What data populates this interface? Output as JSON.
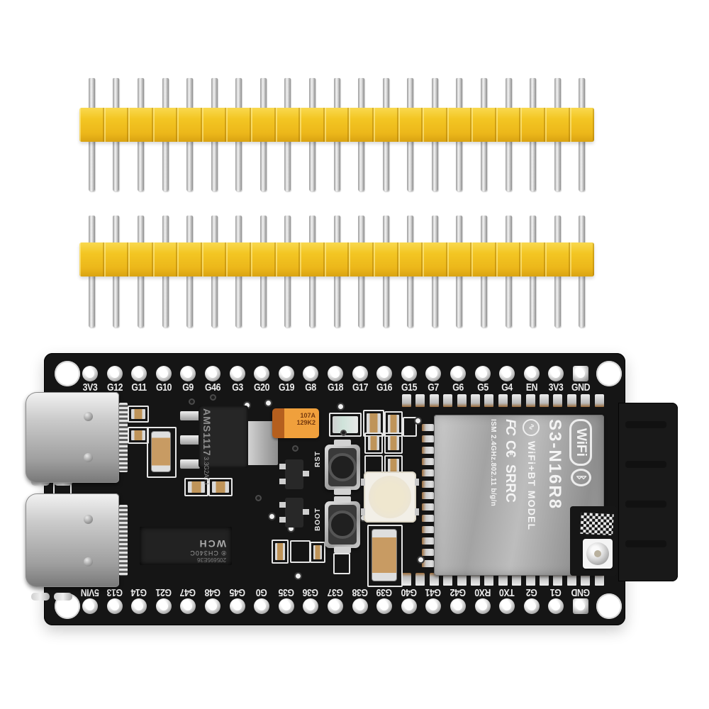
{
  "photo": {
    "description": "ESP32-S3 development board with two yellow pin header strips",
    "colors": {
      "background": "#ffffff",
      "board": "#151515",
      "header_plastic": "#f3c724",
      "pin_silver": "#d9d9d9",
      "module_shield": "#a8a8a8",
      "silkscreen": "#f0f0f0",
      "tantalum_cap": "#f0a03c",
      "rgb_led": "#f2efe7"
    }
  },
  "pin_headers": {
    "strip_count": 2,
    "pins_per_strip": 21
  },
  "board": {
    "top_pin_labels": [
      "3V3",
      "G12",
      "G11",
      "G10",
      "G9",
      "G46",
      "G3",
      "G20",
      "G19",
      "G8",
      "G18",
      "G17",
      "G16",
      "G15",
      "G7",
      "G6",
      "G5",
      "G4",
      "EN",
      "3V3",
      "GND"
    ],
    "bottom_pin_labels_right_to_left": [
      "GND",
      "G1",
      "G2",
      "TX0",
      "RX0",
      "G42",
      "G41",
      "G40",
      "G39",
      "G38",
      "G37",
      "G36",
      "G35",
      "G0",
      "G45",
      "G48",
      "G47",
      "G21",
      "G14",
      "G13",
      "5VIN"
    ],
    "buttons": {
      "reset": "RST",
      "boot": "BOOT"
    },
    "regulator": {
      "part": "AMS1117",
      "voltage": "3.3",
      "lot": "G2A7J"
    },
    "usb_uart": {
      "brand": "WCH",
      "part": "® CH340C",
      "lot": "205695E36"
    },
    "tantalum_marking": {
      "line1": "107A",
      "line2": "129K2"
    },
    "module": {
      "badge_wifi": "WiFi",
      "bt_icon": "ᛒ",
      "model": "S3-N16R8",
      "type_label": "WiFi+BT MODEL",
      "cert_logo_glyph": "∿",
      "cert_fcc": "FC",
      "cert_ce": "C€",
      "cert_srrc": "SRRC",
      "ism_label": "ISM 2.4GHz.802.11 b/g/n"
    }
  }
}
